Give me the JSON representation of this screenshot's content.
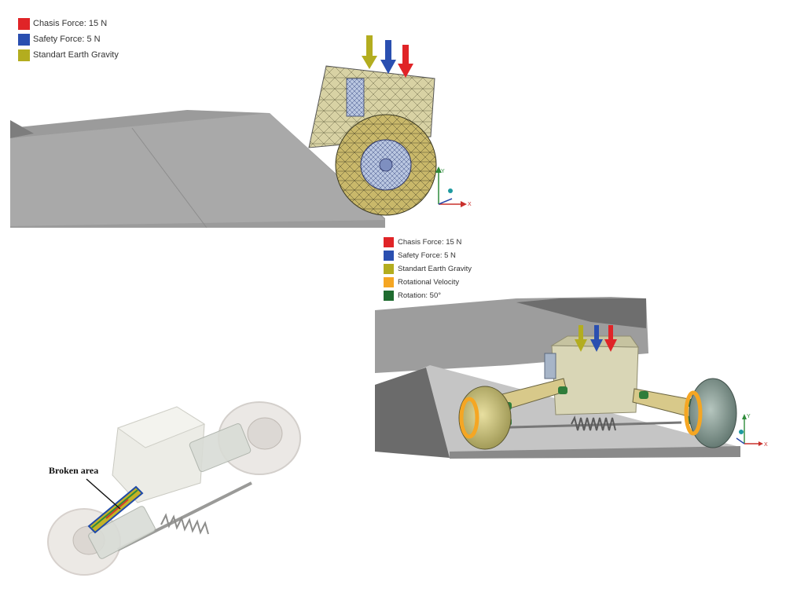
{
  "figure": {
    "panels": [
      {
        "id": "top",
        "legend": [
          {
            "label": "Chasis Force: 15 N",
            "color": "#e02427"
          },
          {
            "label": "Safety Force: 5 N",
            "color": "#2a4fb0"
          },
          {
            "label": "Standart Earth Gravity",
            "color": "#b3ad1f"
          }
        ],
        "axis": {
          "x": "X",
          "y": "Y"
        }
      },
      {
        "id": "right",
        "legend": [
          {
            "label": "Chasis Force: 15 N",
            "color": "#e02427"
          },
          {
            "label": "Safety Force: 5 N",
            "color": "#2a4fb0"
          },
          {
            "label": "Standart Earth Gravity",
            "color": "#b3ad1f"
          },
          {
            "label": "Rotational Velocity",
            "color": "#f5a623"
          },
          {
            "label": "Rotation: 50°",
            "color": "#1e6b2f"
          }
        ],
        "axis": {
          "x": "X",
          "y": "Y"
        }
      },
      {
        "id": "bottom",
        "annotation": "Broken area"
      }
    ]
  }
}
